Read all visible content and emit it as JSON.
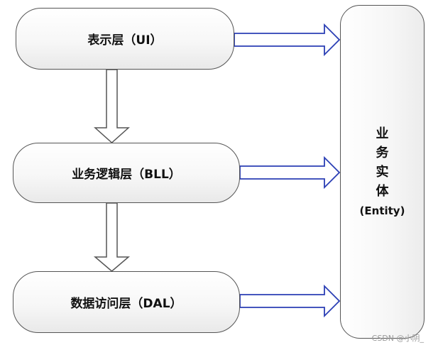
{
  "layers": {
    "ui": "表示层（UI）",
    "bll": "业务逻辑层（BLL）",
    "dal": "数据访问层（DAL）"
  },
  "entity": {
    "chars": [
      "业",
      "务",
      "实",
      "体"
    ],
    "english": "(Entity)"
  },
  "watermark": "CSDN @小阴_",
  "colors": {
    "down_arrow_stroke": "#555555",
    "right_arrow_stroke": "#2b3fb5"
  }
}
